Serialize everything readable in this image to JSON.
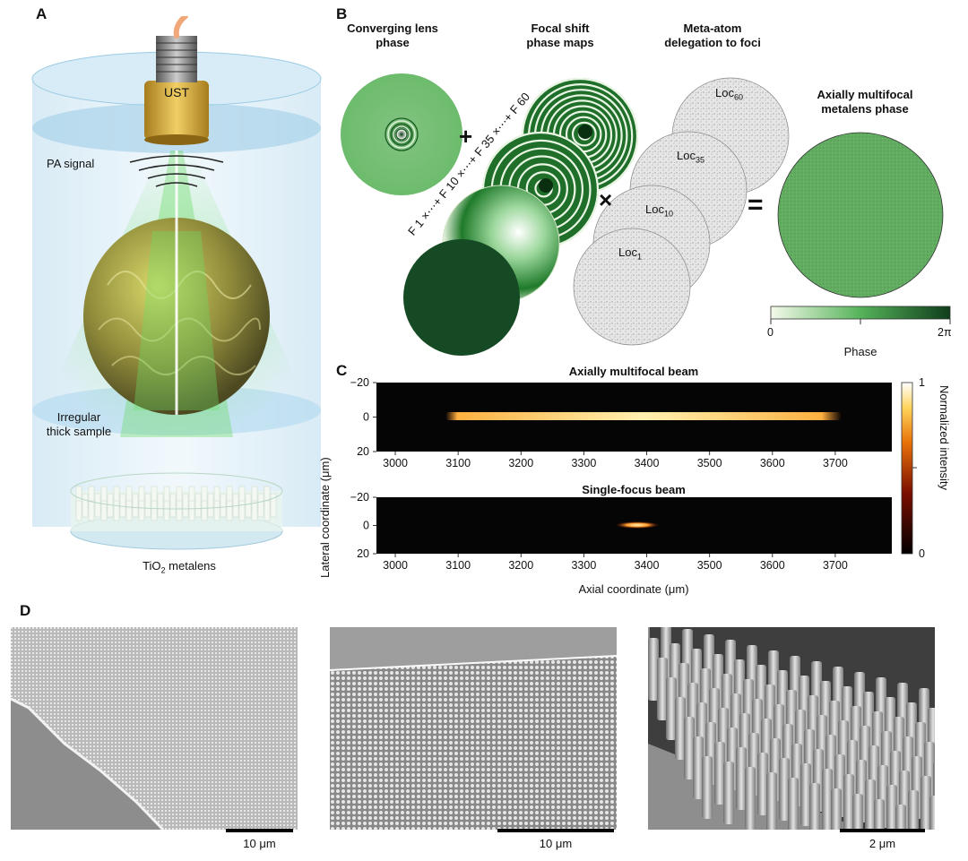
{
  "panels": {
    "a": "A",
    "b": "B",
    "c": "C",
    "d": "D"
  },
  "panel_a": {
    "ust": "UST",
    "pa_signal": "PA signal",
    "sample_line1": "Irregular",
    "sample_line2": "thick sample",
    "metalens_prefix": "TiO",
    "metalens_sub": "2",
    "metalens_suffix": " metalens"
  },
  "panel_b": {
    "col1_line1": "Converging lens",
    "col1_line2": "phase",
    "col2_line1": "Focal shift",
    "col2_line2": "phase maps",
    "col3_line1": "Meta-atom",
    "col3_line2": "delegation to foci",
    "col4_line1": "Axially multifocal",
    "col4_line2": "metalens phase",
    "plus": "+",
    "times": "×",
    "equals": "=",
    "focal_labels": [
      "F 1",
      "F 10",
      "F 35",
      "F 60"
    ],
    "loc_labels": [
      {
        "base": "Loc",
        "sub": "60"
      },
      {
        "base": "Loc",
        "sub": "35"
      },
      {
        "base": "Loc",
        "sub": "10"
      },
      {
        "base": "Loc",
        "sub": "1"
      }
    ],
    "colorbar": {
      "min": "0",
      "max": "2π",
      "label": "Phase",
      "colors": [
        "#f4faea",
        "#56b35a",
        "#0f3d1b"
      ]
    }
  },
  "panel_c": {
    "top_title": "Axially multifocal beam",
    "bottom_title": "Single-focus beam",
    "xlabel": "Axial coordinate (μm)",
    "ylabel": "Lateral coordinate (μm)",
    "xticks": [
      "3000",
      "3100",
      "3200",
      "3300",
      "3400",
      "3500",
      "3600",
      "3700"
    ],
    "yticks": [
      "−20",
      "0",
      "20"
    ],
    "colorbar_label": "Normalized intensity",
    "colorbar_ticks": [
      "1",
      "0"
    ]
  },
  "chart_data": [
    {
      "type": "heatmap",
      "title": "Axially multifocal beam",
      "xlabel": "",
      "ylabel": "Lateral coordinate (μm)",
      "xlim": [
        2970,
        3790
      ],
      "ylim": [
        -20,
        20
      ],
      "focus_start": 3080,
      "focus_end": 3710,
      "lateral_center": 0,
      "colormap": "hot"
    },
    {
      "type": "heatmap",
      "title": "Single-focus beam",
      "xlabel": "Axial coordinate (μm)",
      "ylabel": "",
      "xlim": [
        2970,
        3790
      ],
      "ylim": [
        -20,
        20
      ],
      "focus_start": 3350,
      "focus_end": 3420,
      "lateral_center": 0,
      "colormap": "hot"
    }
  ],
  "panel_d": {
    "scalebars": [
      "10 μm",
      "10 μm",
      "2 μm"
    ]
  }
}
